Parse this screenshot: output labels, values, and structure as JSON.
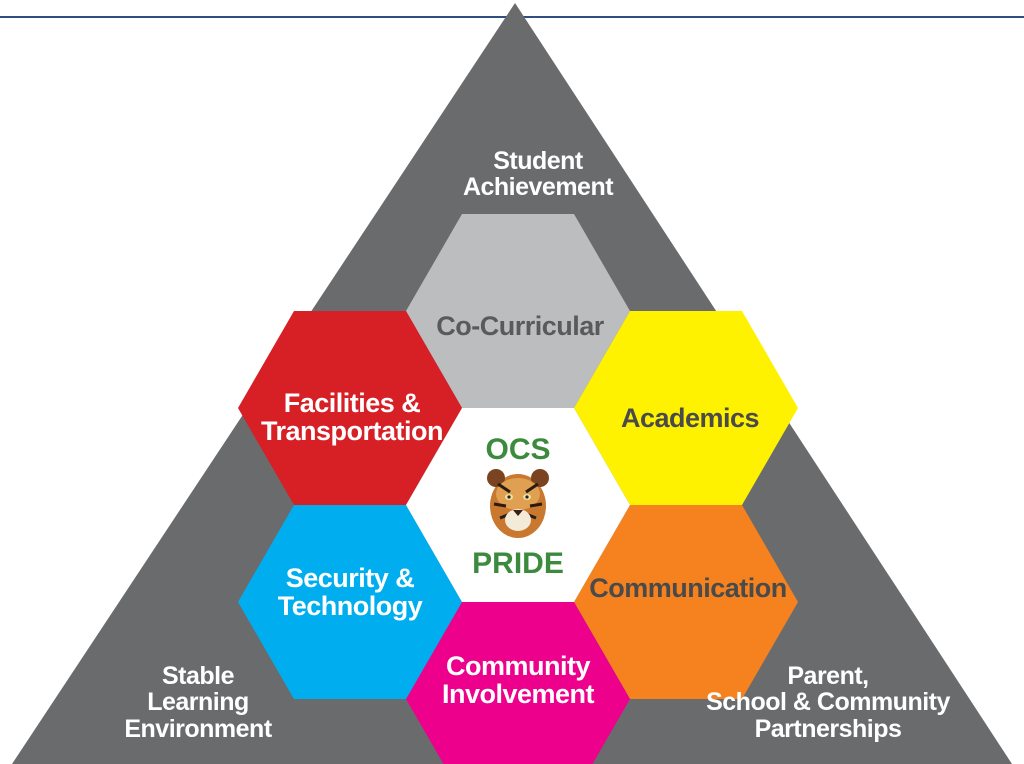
{
  "corners": {
    "top": [
      "Student",
      "Achievement"
    ],
    "left": [
      "Stable",
      "Learning",
      "Environment"
    ],
    "right": [
      "Parent,",
      "School & Community",
      "Partnerships"
    ]
  },
  "hexagons": [
    {
      "id": "co-curricular",
      "lines": [
        "Co-Curricular"
      ],
      "color": "#bcbdbf",
      "text_color": "#5a5a5c"
    },
    {
      "id": "academics",
      "lines": [
        "Academics"
      ],
      "color": "#fff200",
      "text_color": "#4a4a4a"
    },
    {
      "id": "communication",
      "lines": [
        "Communication"
      ],
      "color": "#f5821f",
      "text_color": "#4a4a4a"
    },
    {
      "id": "community-involvement",
      "lines": [
        "Community",
        "Involvement"
      ],
      "color": "#ec008c",
      "text_color": "#ffffff"
    },
    {
      "id": "security-technology",
      "lines": [
        "Security &",
        "Technology"
      ],
      "color": "#00aeef",
      "text_color": "#ffffff"
    },
    {
      "id": "facilities-transportation",
      "lines": [
        "Facilities &",
        "Transportation"
      ],
      "color": "#d71f26",
      "text_color": "#ffffff"
    }
  ],
  "center": {
    "top_text": "OCS",
    "bottom_text": "PRIDE",
    "text_color": "#3b8a3e",
    "image": "tiger-head-icon"
  },
  "colors": {
    "triangle": "#6a6b6d",
    "top_rule": "#2e4f7f",
    "center_fill": "#ffffff"
  }
}
